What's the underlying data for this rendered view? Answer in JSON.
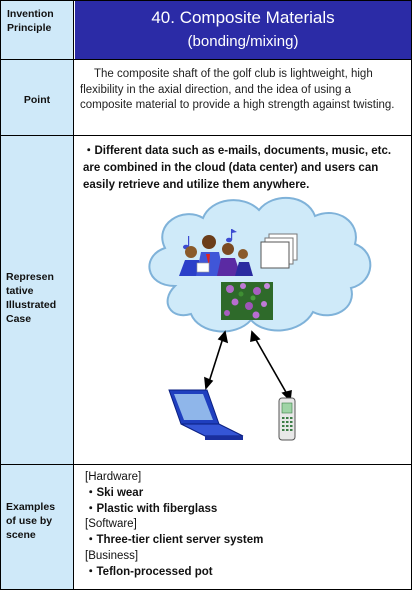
{
  "header": {
    "label_line1": "Invention",
    "label_line2": "Principle",
    "title": "40. Composite Materials",
    "subtitle": "(bonding/mixing)"
  },
  "point": {
    "label": "Point",
    "text": "The composite shaft of the golf club is lightweight, high flexibility in the axial direction, and the idea of using a composite material to provide a high strength against twisting."
  },
  "representative": {
    "label_line1": "Represen",
    "label_line2": "tative",
    "label_line3": "Illustrated",
    "label_line4": "Case",
    "text": "・Different data such as e-mails, documents, music, etc. are combined in the cloud (data center) and users can easily retrieve and utilize them anywhere."
  },
  "examples": {
    "label_line1": "Examples",
    "label_line2": "of use by",
    "label_line3": "scene",
    "hardware_heading": "[Hardware]",
    "hardware_item1": "・Ski wear",
    "hardware_item2": "・Plastic with fiberglass",
    "software_heading": "[Software]",
    "software_item1": "・Three-tier client server system",
    "business_heading": "[Business]",
    "business_item1": "・Teflon-processed pot"
  },
  "colors": {
    "title_background": "#2b2ba6",
    "label_background": "#cfe9f9",
    "cloud_fill": "#cfeaf9",
    "cloud_stroke": "#7fb2d9"
  },
  "icons": [
    "music-notes-icon",
    "people-icon",
    "documents-icon",
    "flower-photo-icon",
    "laptop-icon",
    "mobile-phone-icon",
    "double-arrow-icon"
  ]
}
